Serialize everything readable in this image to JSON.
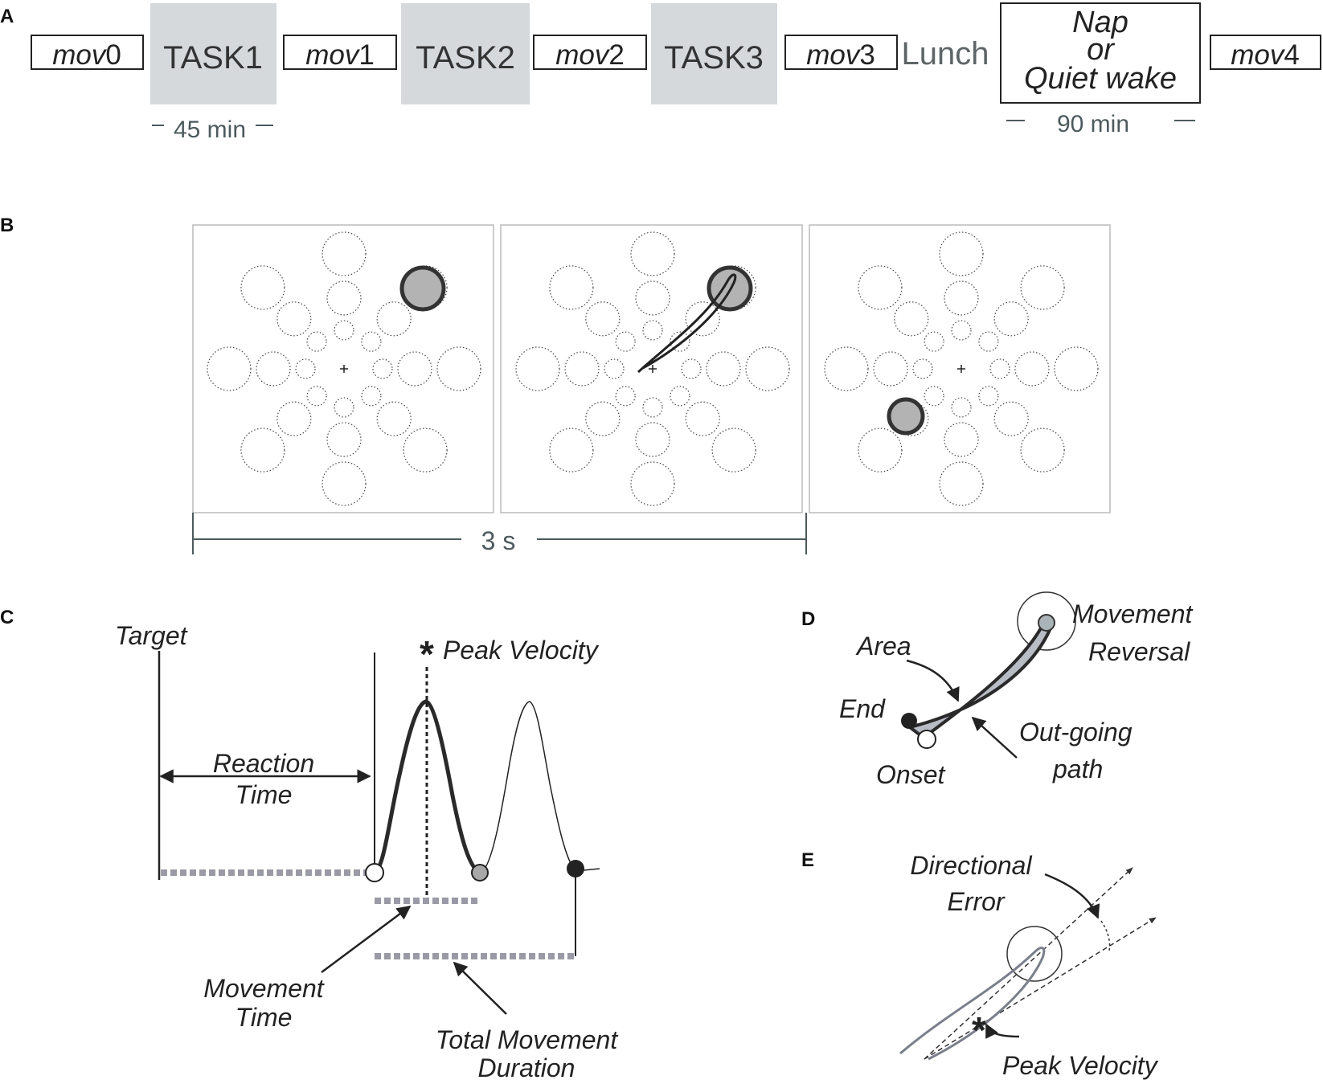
{
  "panels": {
    "a": "A",
    "b": "B",
    "c": "C",
    "d": "D",
    "e": "E"
  },
  "timeline": {
    "mov": [
      {
        "italic": "mov",
        "num": "0"
      },
      {
        "italic": "mov",
        "num": "1"
      },
      {
        "italic": "mov",
        "num": "2"
      },
      {
        "italic": "mov",
        "num": "3"
      },
      {
        "italic": "mov",
        "num": "4"
      }
    ],
    "tasks": [
      "TASK1",
      "TASK2",
      "TASK3"
    ],
    "lunch": "Lunch",
    "nap": [
      "Nap",
      "or",
      "Quiet wake"
    ],
    "task_duration": "45 min",
    "nap_duration": "90 min"
  },
  "trial": {
    "duration": "3 s",
    "target_colors": {
      "fill": "#b3b3b3",
      "stroke": "#333333"
    }
  },
  "velocity_panel": {
    "target": "Target",
    "reaction_time": [
      "Reaction",
      "Time"
    ],
    "peak_velocity": "Peak Velocity",
    "movement_time": [
      "Movement",
      "Time"
    ],
    "total_movement_duration": [
      "Total Movement",
      "Duration"
    ]
  },
  "path_panel": {
    "movement_reversal": [
      "Movement",
      "Reversal"
    ],
    "area": "Area",
    "end": "End",
    "out_going_path": [
      "Out-going",
      "path"
    ],
    "onset": "Onset"
  },
  "error_panel": {
    "directional_error": [
      "Directional",
      "Error"
    ],
    "peak_velocity": "Peak Velocity"
  },
  "colors": {
    "task_block": "#d5d9dc",
    "duration_text": "#4d5a5e",
    "dashed_bar": "#9a9aa6",
    "trace": "#2a2a2a",
    "ink": "#222222"
  }
}
